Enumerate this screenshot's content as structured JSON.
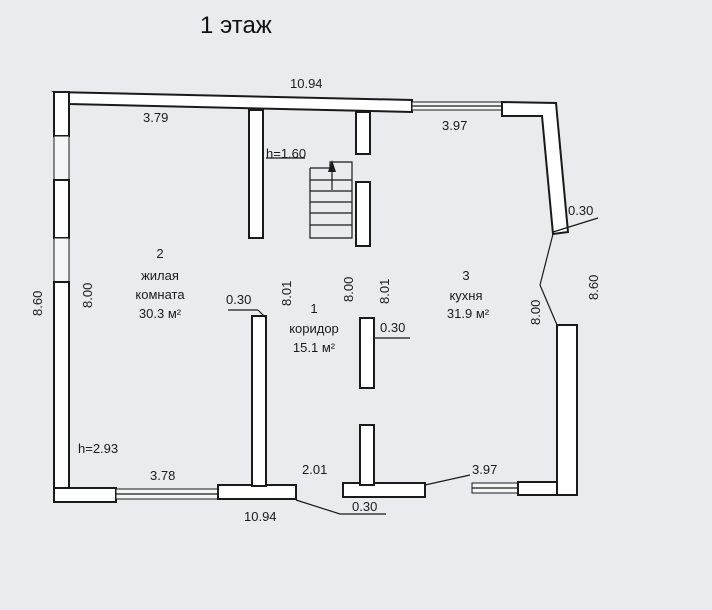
{
  "title": "1 этаж",
  "rooms": {
    "living": {
      "number": "2",
      "name1": "жилая",
      "name2": "комната",
      "area": "30.3 м²"
    },
    "corridor": {
      "number": "1",
      "name": "коридор",
      "area": "15.1 м²"
    },
    "kitchen": {
      "number": "3",
      "name": "кухня",
      "area": "31.9 м²"
    }
  },
  "heights": {
    "stair": "h=1.60",
    "room": "h=2.93"
  },
  "dimensions": {
    "top_total": "10.94",
    "bottom_total": "10.94",
    "top_left_window": "3.79",
    "top_right_window": "3.97",
    "bottom_left_window": "3.78",
    "bottom_right_window": "3.97",
    "entrance": "2.01",
    "left_outer": "8.60",
    "left_inner": "8.00",
    "right_outer": "8.60",
    "right_inner": "8.00",
    "partition_left": "8.01",
    "corridor_inner": "8.00",
    "partition_right": "8.01",
    "wall_thickness_right": "0.30",
    "wall_thickness_living": "0.30",
    "wall_thickness_corridor": "0.30",
    "wall_thickness_bottom": "0.30"
  }
}
